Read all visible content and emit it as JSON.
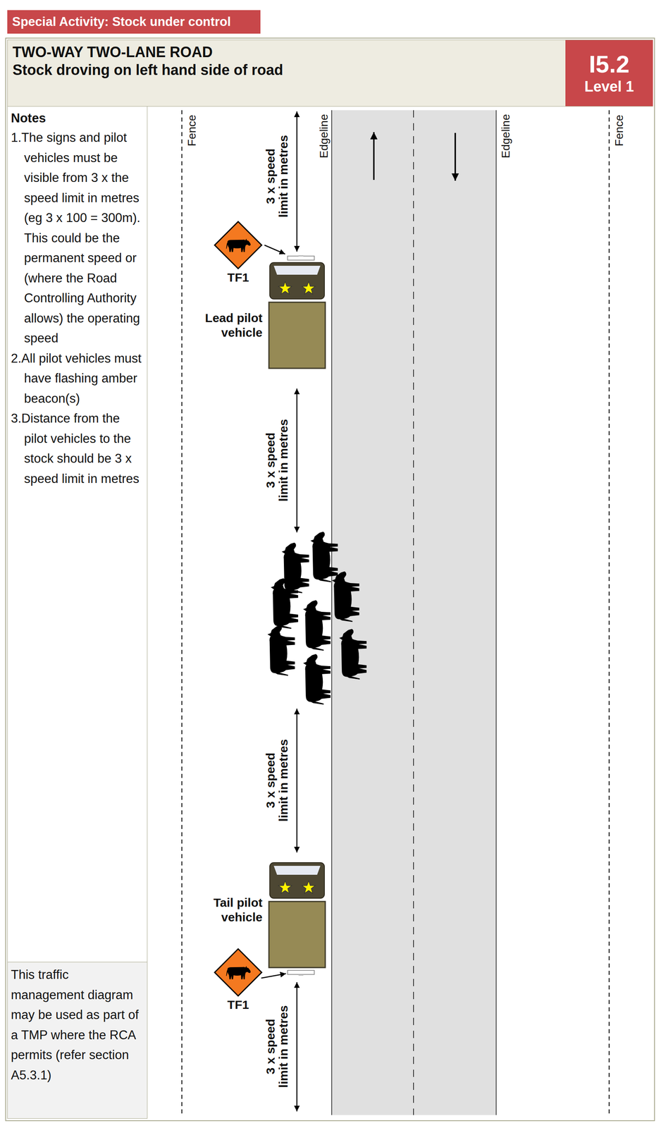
{
  "diagram": {
    "nodes": [
      {
        "text": [
          "Special Activity: Stock under control"
        ]
      },
      {
        "text": [
          "TWO-WAY TWO-LANE ROAD",
          "Stock droving on left hand side of road"
        ]
      },
      {
        "text": [
          "I5.2",
          "Level 1"
        ],
        "in": 1
      },
      {
        "text": [
          "Notes",
          "1.The signs and pilot vehicles must be visible from 3 x the speed limit in metres (eg 3 x 100 = 300m). This could be the permanent speed or (where the Road Controlling Authority allows) the operating speed",
          "2.All pilot vehicles must have flashing amber beacon(s)",
          "3.Distance from the pilot vehicles to the stock should be 3 x speed limit in metres"
        ]
      },
      {
        "text": [
          "This traffic management diagram may be used as part of a TMP where the RCA permits (refer section A5.3.1)"
        ]
      },
      {
        "text": [
          "TF1"
        ]
      },
      {
        "text": [
          "Lead pilot vehicle"
        ]
      },
      {
        "text": [
          "Tail pilot vehicle"
        ]
      },
      {
        "text": [
          "TF1"
        ]
      }
    ],
    "edges": [
      {
        "from": 5,
        "to": 6,
        "arrow": "to"
      },
      {
        "from": 8,
        "to": 7,
        "arrow": "to"
      }
    ],
    "labels": [
      "Fence",
      "Edgeline",
      "Edgeline",
      "Fence",
      "3 x speed limit in metres",
      "3 x speed limit in metres",
      "3 x speed limit in metres",
      "3 x speed limit in metres"
    ]
  }
}
